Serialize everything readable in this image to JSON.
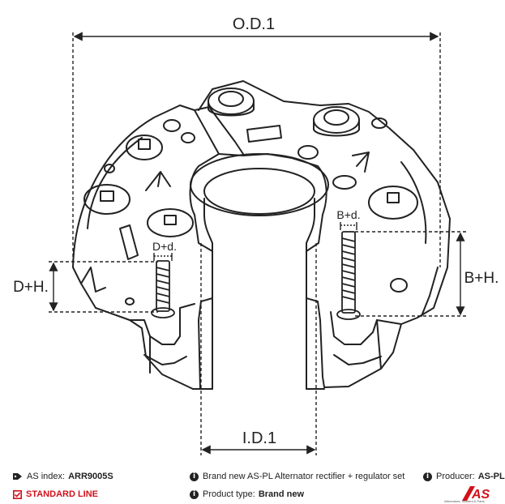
{
  "dimensions": {
    "od": "O.D.1",
    "id": "I.D.1",
    "dh": "D+H.",
    "bh": "B+H.",
    "dd": "D+d.",
    "bd": "B+d."
  },
  "footer": {
    "as_index_label": "AS index:",
    "as_index_value": "ARR9005S",
    "description": "Brand new AS-PL Alternator rectifier + regulator set",
    "producer_label": "Producer:",
    "producer_value": "AS-PL",
    "line": "STANDARD LINE",
    "product_type_label": "Product type:",
    "product_type_value": "Brand new",
    "logo_text": "AS",
    "logo_subtext": "Alternators, Starters & Parts"
  },
  "colors": {
    "line": "#222222",
    "accent": "#d0111b"
  },
  "icons": [
    "tag-icon",
    "info-icon",
    "check-square-icon",
    "as-logo"
  ]
}
